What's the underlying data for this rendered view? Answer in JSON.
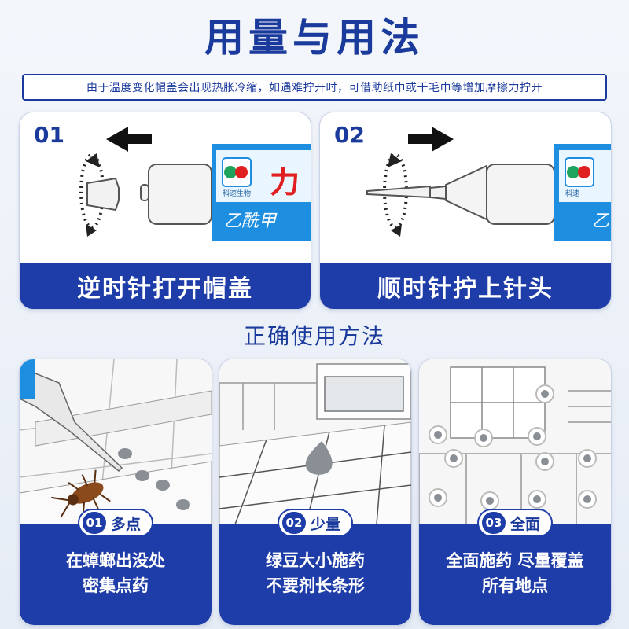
{
  "header": {
    "title": "用量与用法",
    "notice": "由于温度变化帽盖会出现热胀冷缩，如遇难拧开时，可借助纸巾或干毛巾等增加摩擦力拧开"
  },
  "steps": [
    {
      "number": "01",
      "label": "逆时针打开帽盖",
      "tube_text": "乙酰甲",
      "brand_text": "科速生物"
    },
    {
      "number": "02",
      "label": "顺时针拧上针头",
      "tube_text": "乙",
      "brand_text": "科速"
    }
  ],
  "section": {
    "title": "正确使用方法"
  },
  "usage": [
    {
      "number": "01",
      "label": "多点",
      "lines": [
        "在蟑螂出没处",
        "密集点药"
      ]
    },
    {
      "number": "02",
      "label": "少量",
      "lines": [
        "绿豆大小施药",
        "不要剂长条形"
      ]
    },
    {
      "number": "03",
      "label": "全面",
      "lines": [
        "全面施药 尽量覆盖",
        "所有地点"
      ]
    }
  ],
  "colors": {
    "primary": "#1f3da8",
    "title": "#1a3a9c",
    "tube_blue": "#1e8fe0",
    "brand_red": "#e02020"
  }
}
